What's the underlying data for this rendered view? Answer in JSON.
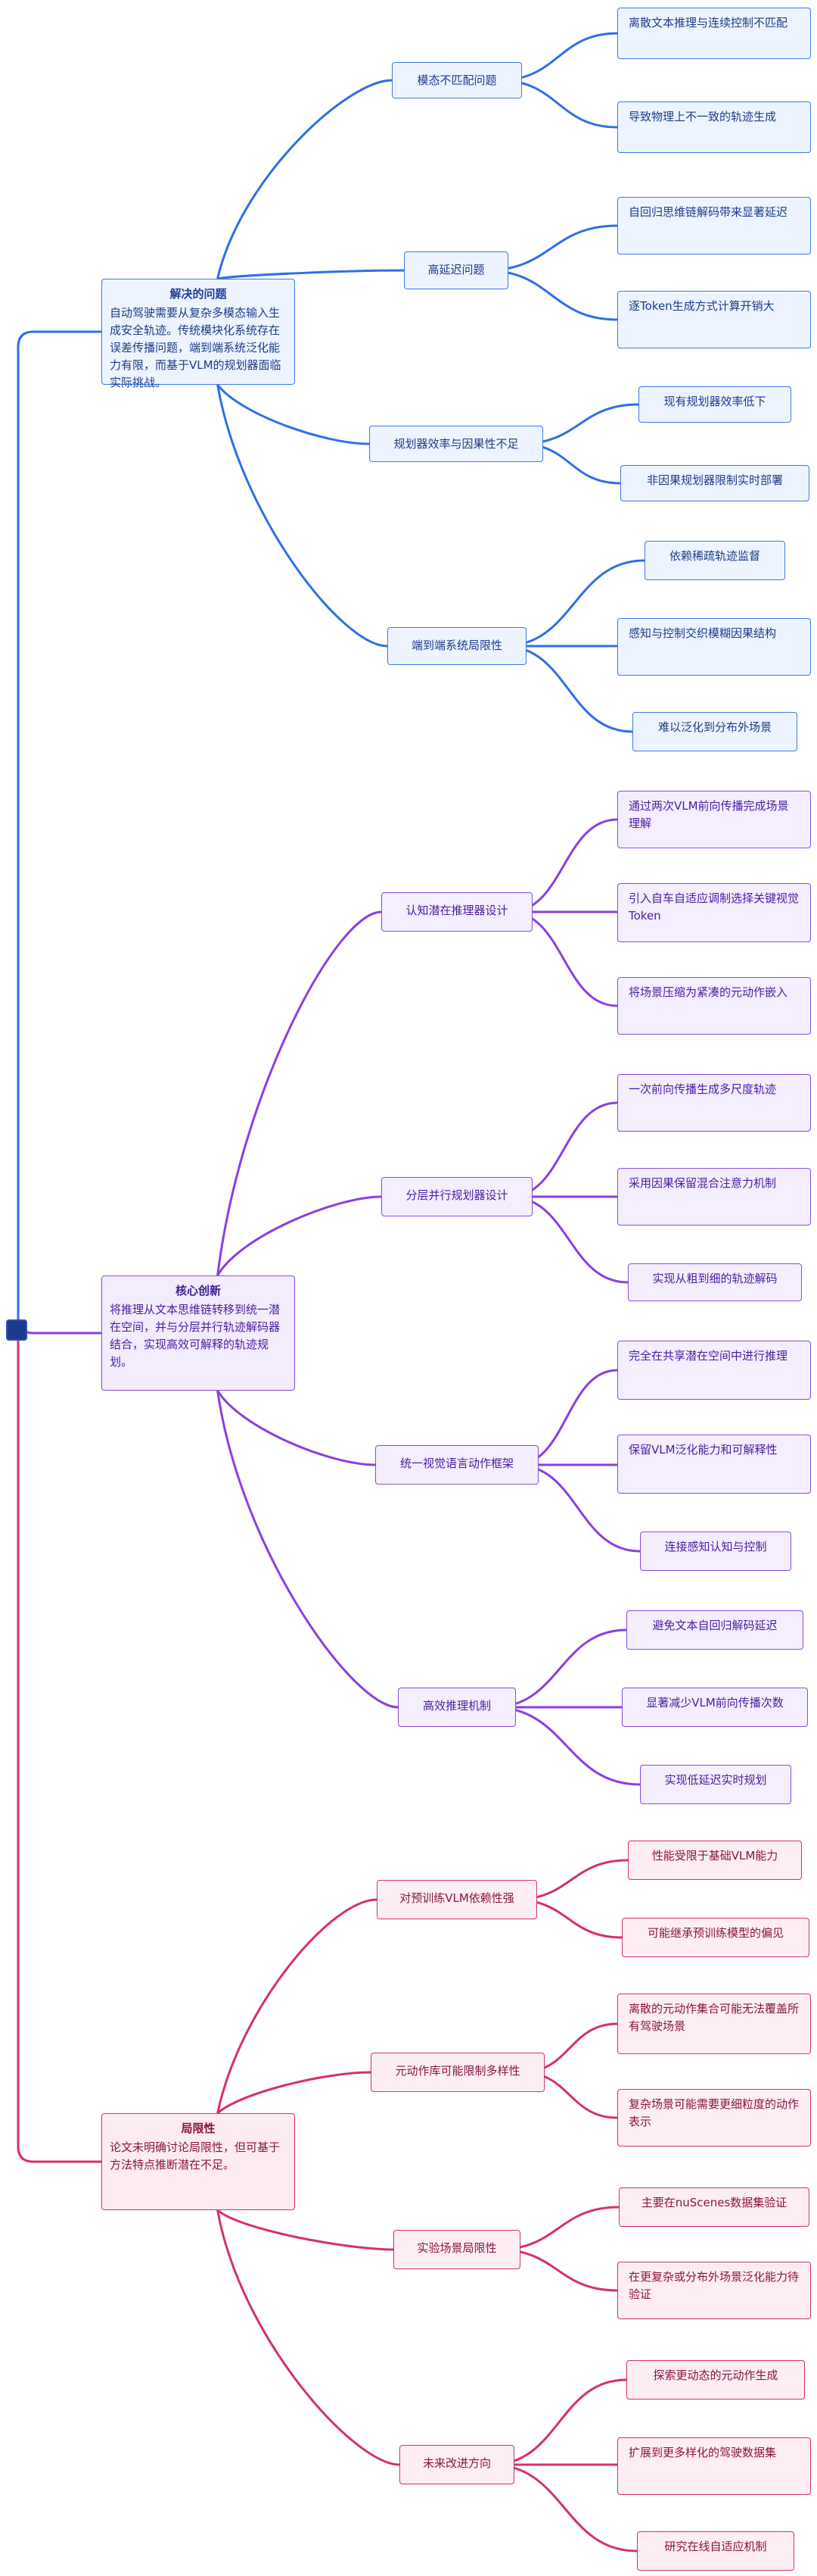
{
  "branches": [
    {
      "id": "problem",
      "title": "解决的问题",
      "desc": "自动驾驶需要从复杂多模态输入生成安全轨迹。传统模块化系统存在误差传播问题，端到端系统泛化能力有限，而基于VLM的规划器面临实际挑战。",
      "color": "#2f6ee6",
      "subs": [
        {
          "label": "模态不匹配问题",
          "leaves": [
            "离散文本推理与连续控制不匹配",
            "导致物理上不一致的轨迹生成"
          ]
        },
        {
          "label": "高延迟问题",
          "leaves": [
            "自回归思维链解码带来显著延迟",
            "逐Token生成方式计算开销大"
          ]
        },
        {
          "label": "规划器效率与因果性不足",
          "leaves": [
            "现有规划器效率低下",
            "非因果规划器限制实时部署"
          ]
        },
        {
          "label": "端到端系统局限性",
          "leaves": [
            "依赖稀疏轨迹监督",
            "感知与控制交织模糊因果结构",
            "难以泛化到分布外场景"
          ]
        }
      ]
    },
    {
      "id": "innovation",
      "title": "核心创新",
      "desc": "将推理从文本思维链转移到统一潜在空间，并与分层并行轨迹解码器结合，实现高效可解释的轨迹规划。",
      "color": "#8a3fe0",
      "subs": [
        {
          "label": "认知潜在推理器设计",
          "leaves": [
            "通过两次VLM前向传播完成场景理解",
            "引入自车自适应调制选择关键视觉Token",
            "将场景压缩为紧凑的元动作嵌入"
          ]
        },
        {
          "label": "分层并行规划器设计",
          "leaves": [
            "一次前向传播生成多尺度轨迹",
            "采用因果保留混合注意力机制",
            "实现从粗到细的轨迹解码"
          ]
        },
        {
          "label": "统一视觉语言动作框架",
          "leaves": [
            "完全在共享潜在空间中进行推理",
            "保留VLM泛化能力和可解释性",
            "连接感知认知与控制"
          ]
        },
        {
          "label": "高效推理机制",
          "leaves": [
            "避免文本自回归解码延迟",
            "显著减少VLM前向传播次数",
            "实现低延迟实时规划"
          ]
        }
      ]
    },
    {
      "id": "limits",
      "title": "局限性",
      "desc": "论文未明确讨论局限性，但可基于方法特点推断潜在不足。",
      "color": "#d5306e",
      "subs": [
        {
          "label": "对预训练VLM依赖性强",
          "leaves": [
            "性能受限于基础VLM能力",
            "可能继承预训练模型的偏见"
          ]
        },
        {
          "label": "元动作库可能限制多样性",
          "leaves": [
            "离散的元动作集合可能无法覆盖所有驾驶场景",
            "复杂场景可能需要更细粒度的动作表示"
          ]
        },
        {
          "label": "实验场景局限性",
          "leaves": [
            "主要在nuScenes数据集验证",
            "在更复杂或分布外场景泛化能力待验证"
          ]
        },
        {
          "label": "未来改进方向",
          "leaves": [
            "探索更动态的元动作生成",
            "扩展到更多样化的驾驶数据集",
            "研究在线自适应机制"
          ]
        }
      ]
    }
  ]
}
